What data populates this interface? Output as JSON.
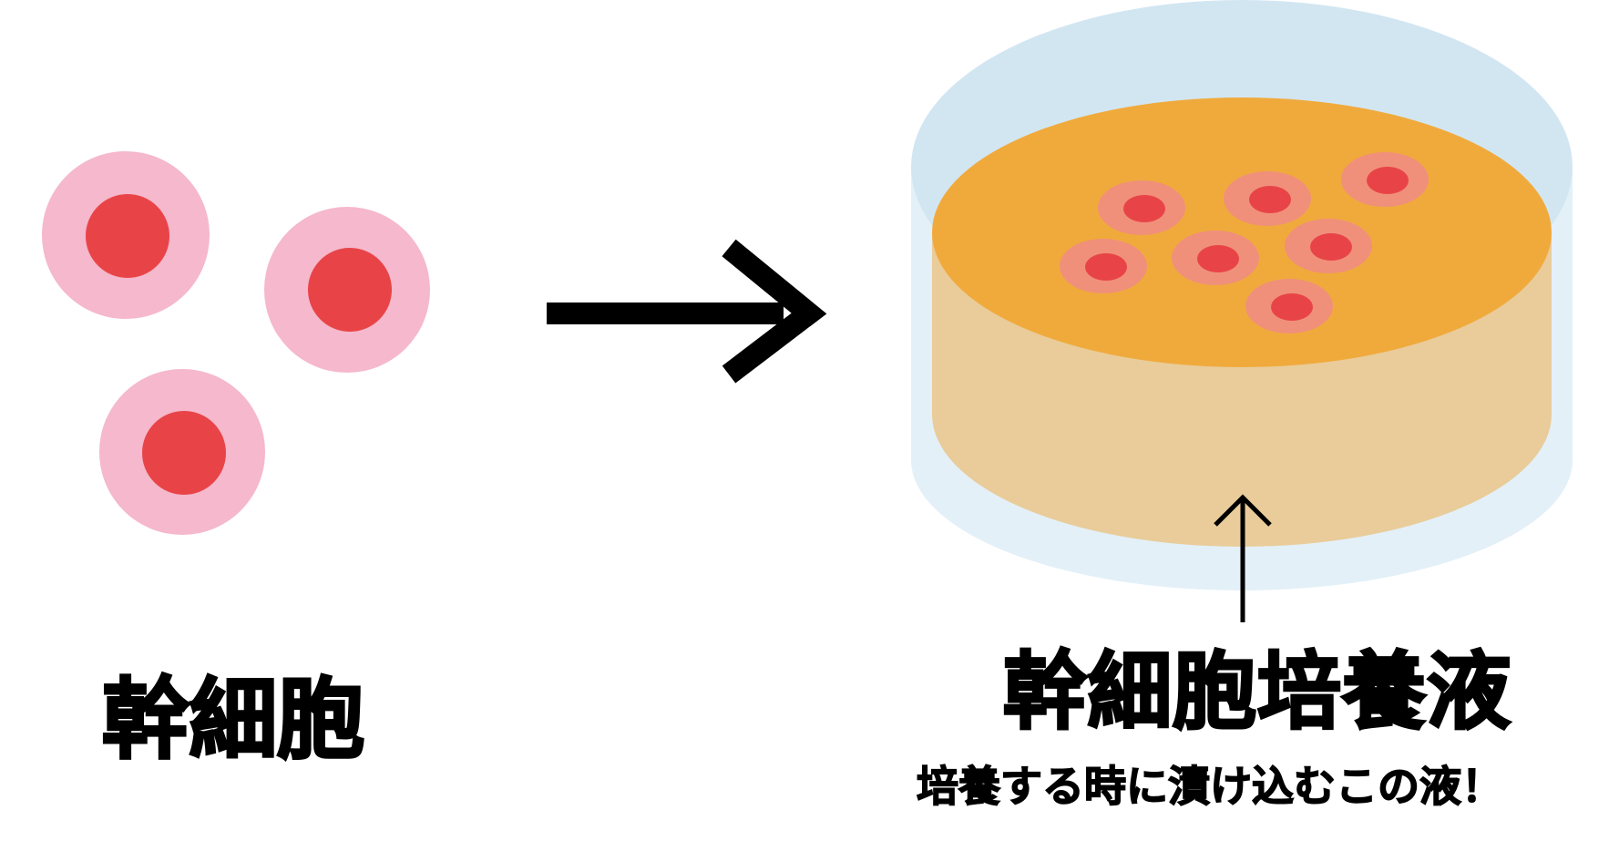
{
  "labels": {
    "stem_cells": "幹細胞",
    "culture_medium": "幹細胞培養液",
    "culture_medium_note": "培養する時に漬け込むこの液！"
  },
  "colors": {
    "cell_outer": "#f5b8cc",
    "cell_nucleus": "#e84448",
    "dish_glass": "#e3f0f8",
    "dish_glass_edge": "#d2e6f2",
    "medium_top": "#f0aa3c",
    "medium_side": "#e9cc9a",
    "medium_cell_outer": "#f0907a",
    "medium_cell_nucleus": "#e84448",
    "arrow": "#000000",
    "text": "#000000"
  },
  "icons": [
    "stem-cell-icon",
    "right-arrow-icon",
    "culture-dish-icon",
    "up-arrow-icon"
  ]
}
